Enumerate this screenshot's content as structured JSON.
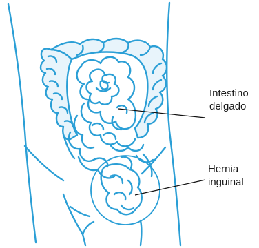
{
  "labels": {
    "small_intestine": {
      "line1": "Intestino",
      "line2": "delgado"
    },
    "inguinal_hernia": {
      "line1": "Hernia",
      "line2": "inguinal"
    }
  },
  "colors": {
    "outline": "#2b9fd6",
    "fill": "#e8f4fb",
    "leader": "#111111",
    "text": "#1a1a1a"
  }
}
